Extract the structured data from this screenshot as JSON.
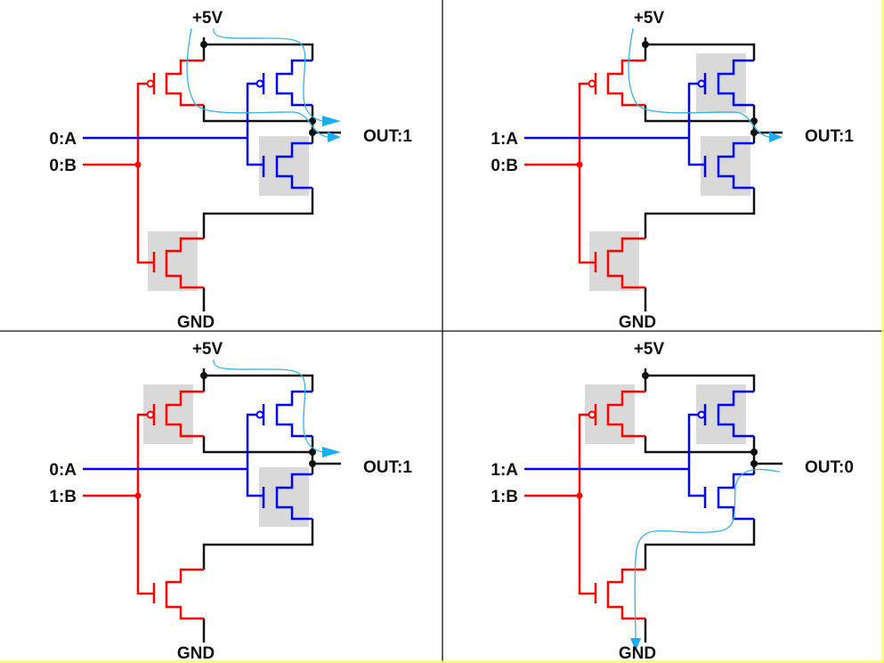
{
  "figure": {
    "title": "CMOS NAND gate truth-table states",
    "colors": {
      "input_a_wire": "#0000ff",
      "input_b_wire": "#ff0000",
      "power_wire": "#111111",
      "current_flow": "#33b4e6",
      "active_transistor_highlight": "#d9d9d9",
      "panel_divider": "#111111",
      "outer_border": "#ffff33"
    },
    "panels": [
      {
        "id": "top-left",
        "supply_label": "+5V",
        "ground_label": "GND",
        "input_a_label": "0:A",
        "input_b_label": "0:B",
        "output_label": "OUT:1",
        "active_transistors": [
          "nmos-a",
          "nmos-b"
        ],
        "current_paths": [
          "vdd-via-pmos-b-to-out",
          "vdd-via-pmos-a-to-out"
        ]
      },
      {
        "id": "top-right",
        "supply_label": "+5V",
        "ground_label": "GND",
        "input_a_label": "1:A",
        "input_b_label": "0:B",
        "output_label": "OUT:1",
        "active_transistors": [
          "pmos-a",
          "nmos-a",
          "nmos-b"
        ],
        "current_paths": [
          "vdd-via-pmos-b-to-out"
        ]
      },
      {
        "id": "bottom-left",
        "supply_label": "+5V",
        "ground_label": "GND",
        "input_a_label": "0:A",
        "input_b_label": "1:B",
        "output_label": "OUT:1",
        "active_transistors": [
          "pmos-b",
          "nmos-a"
        ],
        "current_paths": [
          "vdd-via-pmos-a-to-out"
        ]
      },
      {
        "id": "bottom-right",
        "supply_label": "+5V",
        "ground_label": "GND",
        "input_a_label": "1:A",
        "input_b_label": "1:B",
        "output_label": "OUT:0",
        "active_transistors": [
          "pmos-b",
          "pmos-a"
        ],
        "current_paths": [
          "out-via-nmos-to-gnd"
        ]
      }
    ]
  }
}
